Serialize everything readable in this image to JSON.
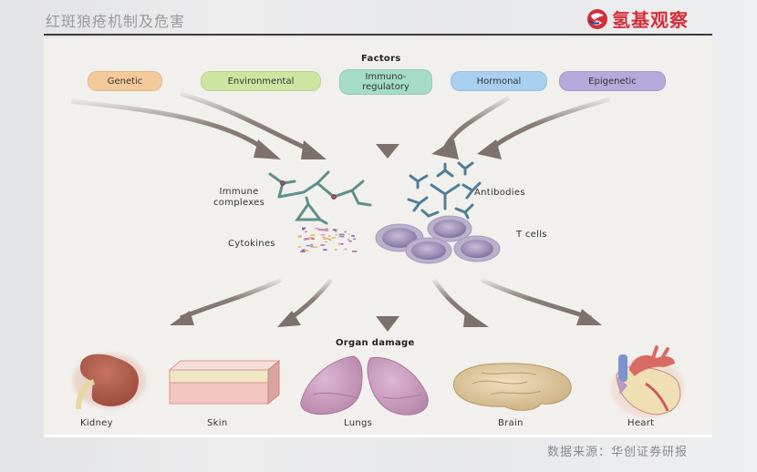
{
  "slide": {
    "title": "红斑狼疮机制及危害",
    "brand": "氢基观察",
    "source": "数据来源：华创证券研报"
  },
  "diagram": {
    "factors_heading": "Factors",
    "factors": [
      {
        "label": "Genetic",
        "color": "#f3c99a"
      },
      {
        "label": "Environmental",
        "color": "#cde5a0"
      },
      {
        "label": "Immuno-\nregulatory",
        "color": "#a4dcc6"
      },
      {
        "label": "Hormonal",
        "color": "#a9cff0"
      },
      {
        "label": "Epigenetic",
        "color": "#b4a9db"
      }
    ],
    "mediators": {
      "immune_complexes": "Immune\ncomplexes",
      "antibodies": "Antibodies",
      "cytokines": "Cytokines",
      "t_cells": "T cells"
    },
    "organ_heading": "Organ damage",
    "organs": [
      {
        "label": "Kidney"
      },
      {
        "label": "Skin"
      },
      {
        "label": "Lungs"
      },
      {
        "label": "Brain"
      },
      {
        "label": "Heart"
      }
    ],
    "colors": {
      "arrow": "#7d716d",
      "mediator_teal": "#5e8f8a",
      "antibody_blue": "#4f7f97",
      "tcell": "#9f92b8"
    }
  }
}
